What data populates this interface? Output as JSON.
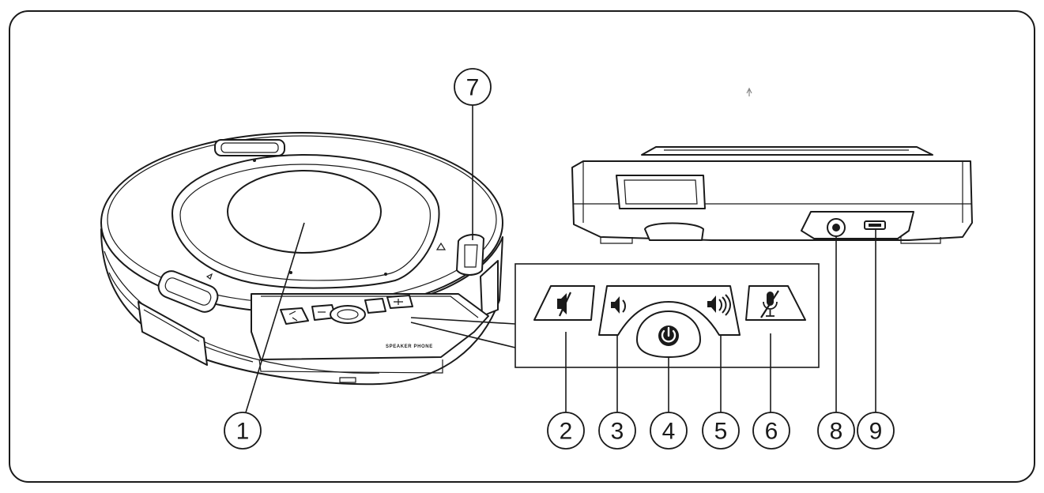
{
  "device": {
    "printed_label": "SPEAKER PHONE"
  },
  "callouts": [
    {
      "id": "1",
      "label": "1",
      "part": "speaker-grille"
    },
    {
      "id": "2",
      "label": "2",
      "part": "speaker-mute-button"
    },
    {
      "id": "3",
      "label": "3",
      "part": "volume-down-button"
    },
    {
      "id": "4",
      "label": "4",
      "part": "power-button"
    },
    {
      "id": "5",
      "label": "5",
      "part": "volume-up-button"
    },
    {
      "id": "6",
      "label": "6",
      "part": "mic-mute-button"
    },
    {
      "id": "7",
      "label": "7",
      "part": "side-indicator"
    },
    {
      "id": "8",
      "label": "8",
      "part": "audio-jack"
    },
    {
      "id": "9",
      "label": "9",
      "part": "usb-port"
    }
  ],
  "icons": {
    "speaker_mute": "speaker-mute-icon",
    "volume_down": "volume-down-icon",
    "power": "power-icon",
    "volume_up": "volume-up-icon",
    "mic_mute": "mic-mute-icon",
    "audio_jack": "audio-jack-icon",
    "usb_port": "usb-port-icon"
  },
  "colors": {
    "ink": "#1a1a1a",
    "background": "#ffffff"
  }
}
